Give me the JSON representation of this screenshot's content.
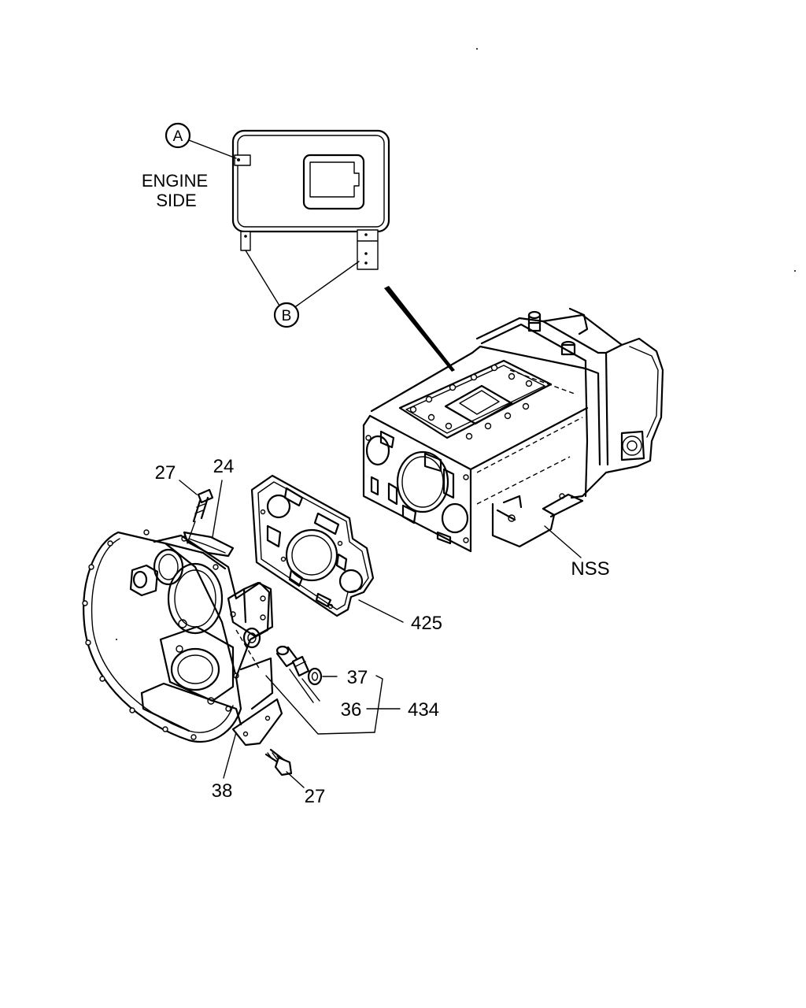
{
  "inset": {
    "engine_side_line1": "ENGINE",
    "engine_side_line2": "SIDE",
    "callout_a": "A",
    "callout_b": "B"
  },
  "labels": {
    "nss": "NSS",
    "p24": "24",
    "p27_top": "27",
    "p27_bottom": "27",
    "p425": "425",
    "p37": "37",
    "p36": "36",
    "p434": "434",
    "p38": "38"
  }
}
